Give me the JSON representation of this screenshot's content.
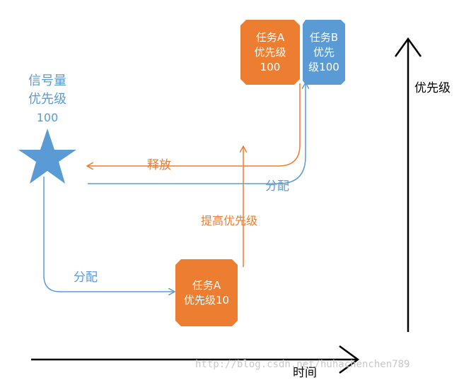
{
  "semaphore": {
    "line1": "信号量",
    "line2": "优先级",
    "line3": "100"
  },
  "task_a_low": {
    "line1": "任务A",
    "line2": "优先级10"
  },
  "task_a_high": {
    "line1": "任务A",
    "line2": "优先级",
    "line3": "100"
  },
  "task_b": {
    "line1": "任务B",
    "line2": "优先",
    "line3": "级100"
  },
  "edges": {
    "assign_low": "分配",
    "raise_priority": "提高优先级",
    "release": "释放",
    "assign_high": "分配"
  },
  "axes": {
    "y_label": "优先级",
    "x_label": "时间"
  },
  "watermark": "http://blog.csdn.net/huhachenchen789",
  "colors": {
    "blue": "#5b9bd5",
    "orange": "#ed7d31",
    "axis": "#000000"
  }
}
